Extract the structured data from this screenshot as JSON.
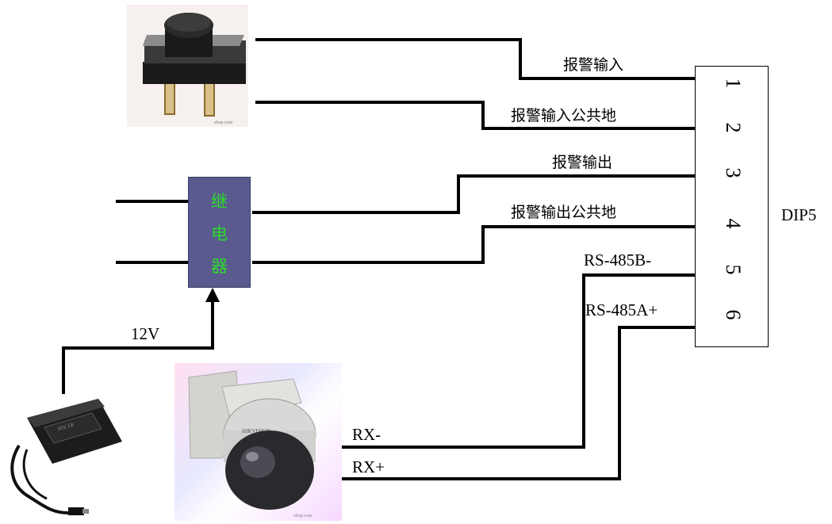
{
  "labels": {
    "alarm_in": "报警输入",
    "alarm_in_common": "报警输入公共地",
    "alarm_out": "报警输出",
    "alarm_out_common": "报警输出公共地",
    "rs485b": "RS-485B-",
    "rs485a": "RS-485A+",
    "dip": "DIP5",
    "v12": "12V",
    "rx_minus": "RX-",
    "rx_plus": "RX+"
  },
  "relay": {
    "chars": [
      "继",
      "电",
      "器"
    ],
    "text_color": "#2bdc2b",
    "fill_color": "#5a5a8e"
  },
  "dip_pins": [
    "1",
    "2",
    "3",
    "4",
    "5",
    "6"
  ],
  "images": {
    "push_button": "push-button-switch",
    "power_adapter": "power-adapter",
    "dome_camera": "dome-camera"
  }
}
